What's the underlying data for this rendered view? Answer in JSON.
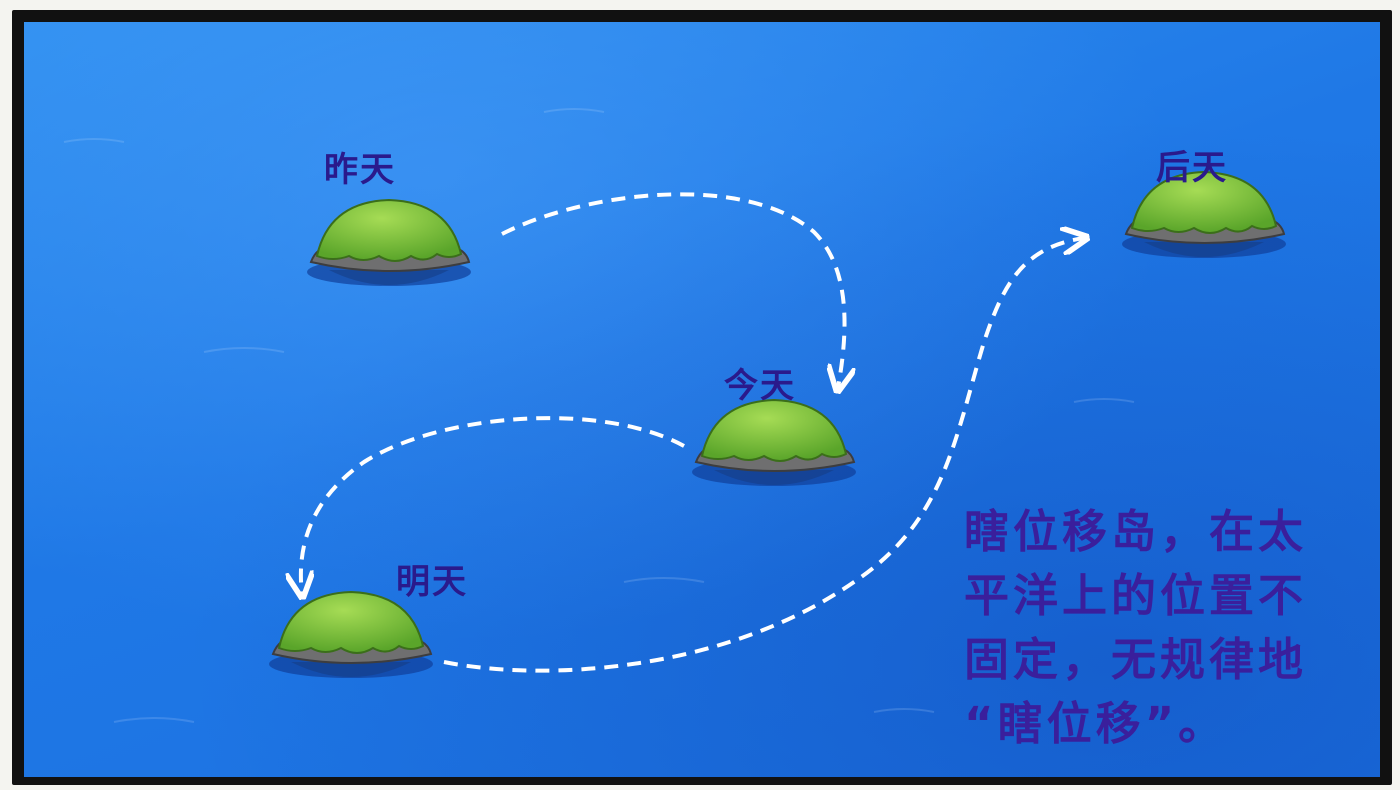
{
  "labels": {
    "yesterday": "昨天",
    "today": "今天",
    "tomorrow": "明天",
    "day_after_tomorrow": "后天"
  },
  "caption": {
    "line1": "瞎位移岛，在太",
    "line2": "平洋上的位置不",
    "line3": "固定，无规律地",
    "line4": "“瞎位移”。"
  },
  "colors": {
    "ocean": "#1f78e6",
    "grass": "#7cc63a",
    "rock": "#6f6f70",
    "label_text": "#2a1a8c",
    "arrow": "#ffffff"
  }
}
